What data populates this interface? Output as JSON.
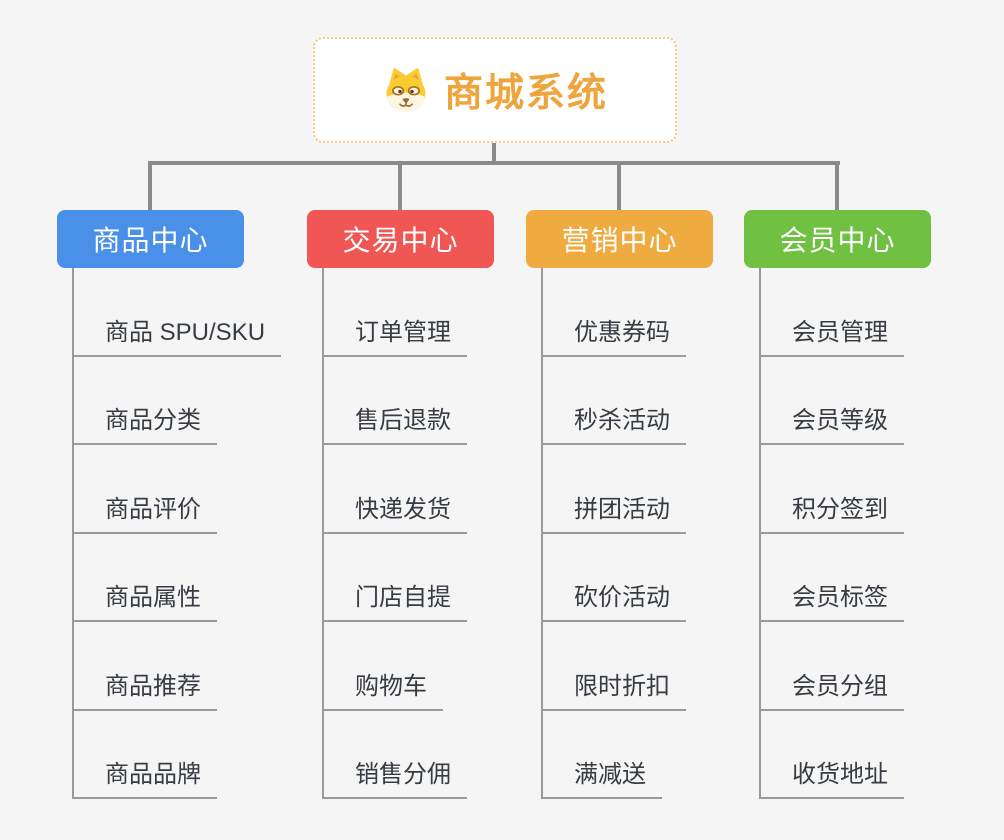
{
  "root": {
    "title": "商城系统",
    "icon": "shiba-dog-icon"
  },
  "colors": {
    "bg": "#f5f5f5",
    "connector": "#8a8a8a",
    "leaf-line": "#9a9a9a",
    "leaf-text": "#373b42",
    "root-text": "#efa53d",
    "root-border": "#f5c87f"
  },
  "branches": [
    {
      "label": "商品中心",
      "color": "#4a90e8",
      "items": [
        "商品 SPU/SKU",
        "商品分类",
        "商品评价",
        "商品属性",
        "商品推荐",
        "商品品牌"
      ]
    },
    {
      "label": "交易中心",
      "color": "#f05654",
      "items": [
        "订单管理",
        "售后退款",
        "快递发货",
        "门店自提",
        "购物车",
        "销售分佣"
      ]
    },
    {
      "label": "营销中心",
      "color": "#efab3f",
      "items": [
        "优惠券码",
        "秒杀活动",
        "拼团活动",
        "砍价活动",
        "限时折扣",
        "满减送"
      ]
    },
    {
      "label": "会员中心",
      "color": "#70c142",
      "items": [
        "会员管理",
        "会员等级",
        "积分签到",
        "会员标签",
        "会员分组",
        "收货地址"
      ]
    }
  ]
}
